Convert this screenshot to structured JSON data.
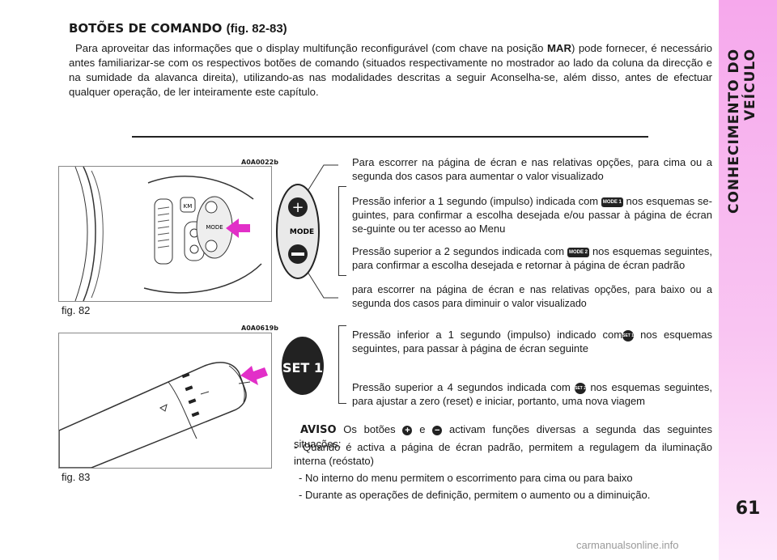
{
  "sidebar": {
    "title": "CONHECIMENTO DO VEÍCULO",
    "page_number": "61"
  },
  "section": {
    "heading": "BOTÕES DE COMANDO",
    "heading_ref": "(fig. 82-83)",
    "intro_start": "Para aproveitar das informações que o display multifunção reconfigurável (com chave na posição ",
    "intro_key": "MAR",
    "intro_end": ") pode fornecer, é necessário antes familiarizar-se com os respectivos botões de comando (situados respectivamente no mostrador ao lado da coluna da direcção e na sumidade da alavanca direita), utilizando-as nas modalidades descritas a seguir Aconselha-se, além disso, antes de efectuar qualquer operação, de ler inteiramente este capítulo."
  },
  "figures": {
    "fig82": {
      "code": "A0A0022b",
      "label": "fig. 82",
      "btn_km": "KM",
      "btn_mode": "MODE"
    },
    "fig83": {
      "code": "A0A0619b",
      "label": "fig. 83"
    }
  },
  "mode_button": {
    "label": "MODE",
    "plus_text": "Para escorrer na página de écran e nas relativas opções, para cima ou a segunda dos casos para aumentar o valor visualizado",
    "press_short_a": "Pressão inferior a 1 segundo (impulso) indicada com",
    "press_short_chip": "MODE 1",
    "press_short_b": "nos esquemas se-guintes, para confirmar a escolha desejada e/ou passar à página de écran se-guinte ou ter acesso ao Menu",
    "press_long_a": "Pressão superior a 2 segundos indicada com",
    "press_long_chip": "MODE 2",
    "press_long_b": "nos esquemas seguintes, para confirmar a escolha desejada e retornar à página de écran padrão",
    "minus_text": "para escorrer na página de écran e nas relativas opções, para baixo ou a segunda dos casos para diminuir o valor visualizado"
  },
  "set_button": {
    "label": "SET 1",
    "short_a": "Pressão inferior a 1 segundo (impulso) indicado com",
    "short_chip": "SET 1",
    "short_b": "nos esquemas seguintes, para passar à página de écran seguinte",
    "long_a": "Pressão superior a 4 segundos indicada com",
    "long_chip": "SET 2",
    "long_b": "nos esquemas seguintes, para ajustar a zero (reset) e iniciar, portanto, uma nova viagem"
  },
  "aviso": {
    "title": "AVISO",
    "text_a": "Os botões",
    "text_and": "e",
    "text_b": "activam funções diversas a segunda das seguintes situações:",
    "items": [
      "- Quando é activa a página de écran padrão, permitem a regulagem da iluminação interna (reóstato)",
      "- No interno do menu permitem o escorrimento para cima ou para baixo",
      "- Durante as operações de definição, permitem o aumento ou a diminuição."
    ]
  },
  "watermark": "carmanualsonline.info",
  "colors": {
    "sidebar": "#f6a8ec",
    "arrow": "#e22fc8",
    "dark": "#222222"
  }
}
